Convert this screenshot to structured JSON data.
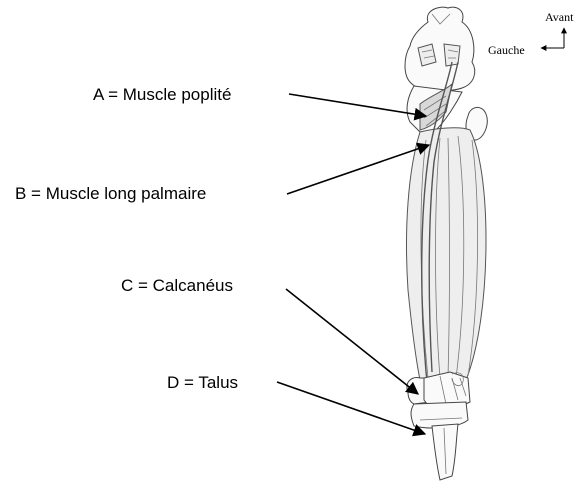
{
  "labels": {
    "a": "A = Muscle poplité",
    "b": "B = Muscle long palmaire",
    "c": "C = Calcanéus",
    "d": "D = Talus"
  },
  "compass": {
    "forward": "Avant",
    "left": "Gauche"
  }
}
